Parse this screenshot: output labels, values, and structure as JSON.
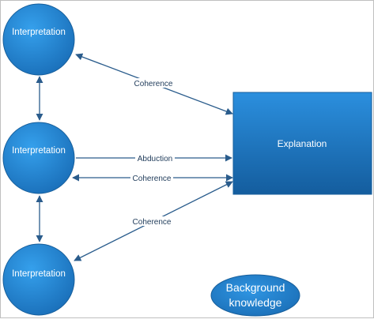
{
  "nodes": {
    "interpretation_top": "Interpretation",
    "interpretation_middle": "Interpretation",
    "interpretation_bottom": "Interpretation",
    "explanation": "Explanation",
    "background_line1": "Background",
    "background_line2": "knowledge"
  },
  "edges": {
    "coherence_top": "Coherence",
    "abduction": "Abduction",
    "coherence_middle": "Coherence",
    "coherence_bottom": "Coherence"
  },
  "colors": {
    "node_light": "#2b8fde",
    "node_dark": "#145d9e",
    "edge": "#2a5c8c",
    "label": "#1f3b5a"
  }
}
